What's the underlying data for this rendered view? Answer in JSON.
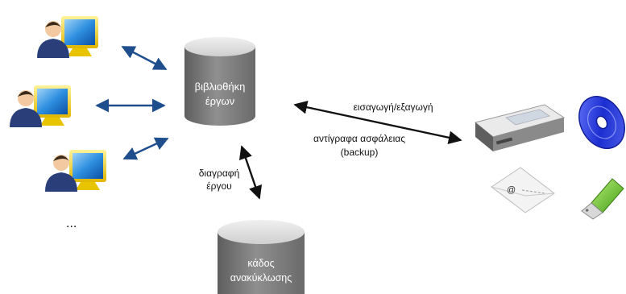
{
  "colors": {
    "arrow": "#1f4e8c",
    "arrow_dark": "#111111",
    "cylinder_top": "#d9d9d9",
    "cylinder_body": "#7f7f7f",
    "label_on_cylinder": "#ffffff",
    "text": "#111111"
  },
  "nodes": {
    "library": {
      "label_line1": "βιβλιοθήκη",
      "label_line2": "έργων"
    },
    "recycle_bin": {
      "label_line1": "κάδος",
      "label_line2": "ανακύκλωσης"
    }
  },
  "labels": {
    "import_export": "εισαγωγή/εξαγωγή",
    "backup_line1": "αντίγραφα ασφάλειας",
    "backup_line2": "(backup)",
    "delete_line1": "διαγραφή",
    "delete_line2": "έργου",
    "more_users": "..."
  },
  "icons": {
    "users": [
      "user-computer-icon",
      "user-computer-icon",
      "user-computer-icon"
    ],
    "storage": [
      "scanner-icon",
      "cd-disc-icon",
      "email-envelope-icon",
      "usb-drive-icon"
    ],
    "email_symbol": "@"
  }
}
